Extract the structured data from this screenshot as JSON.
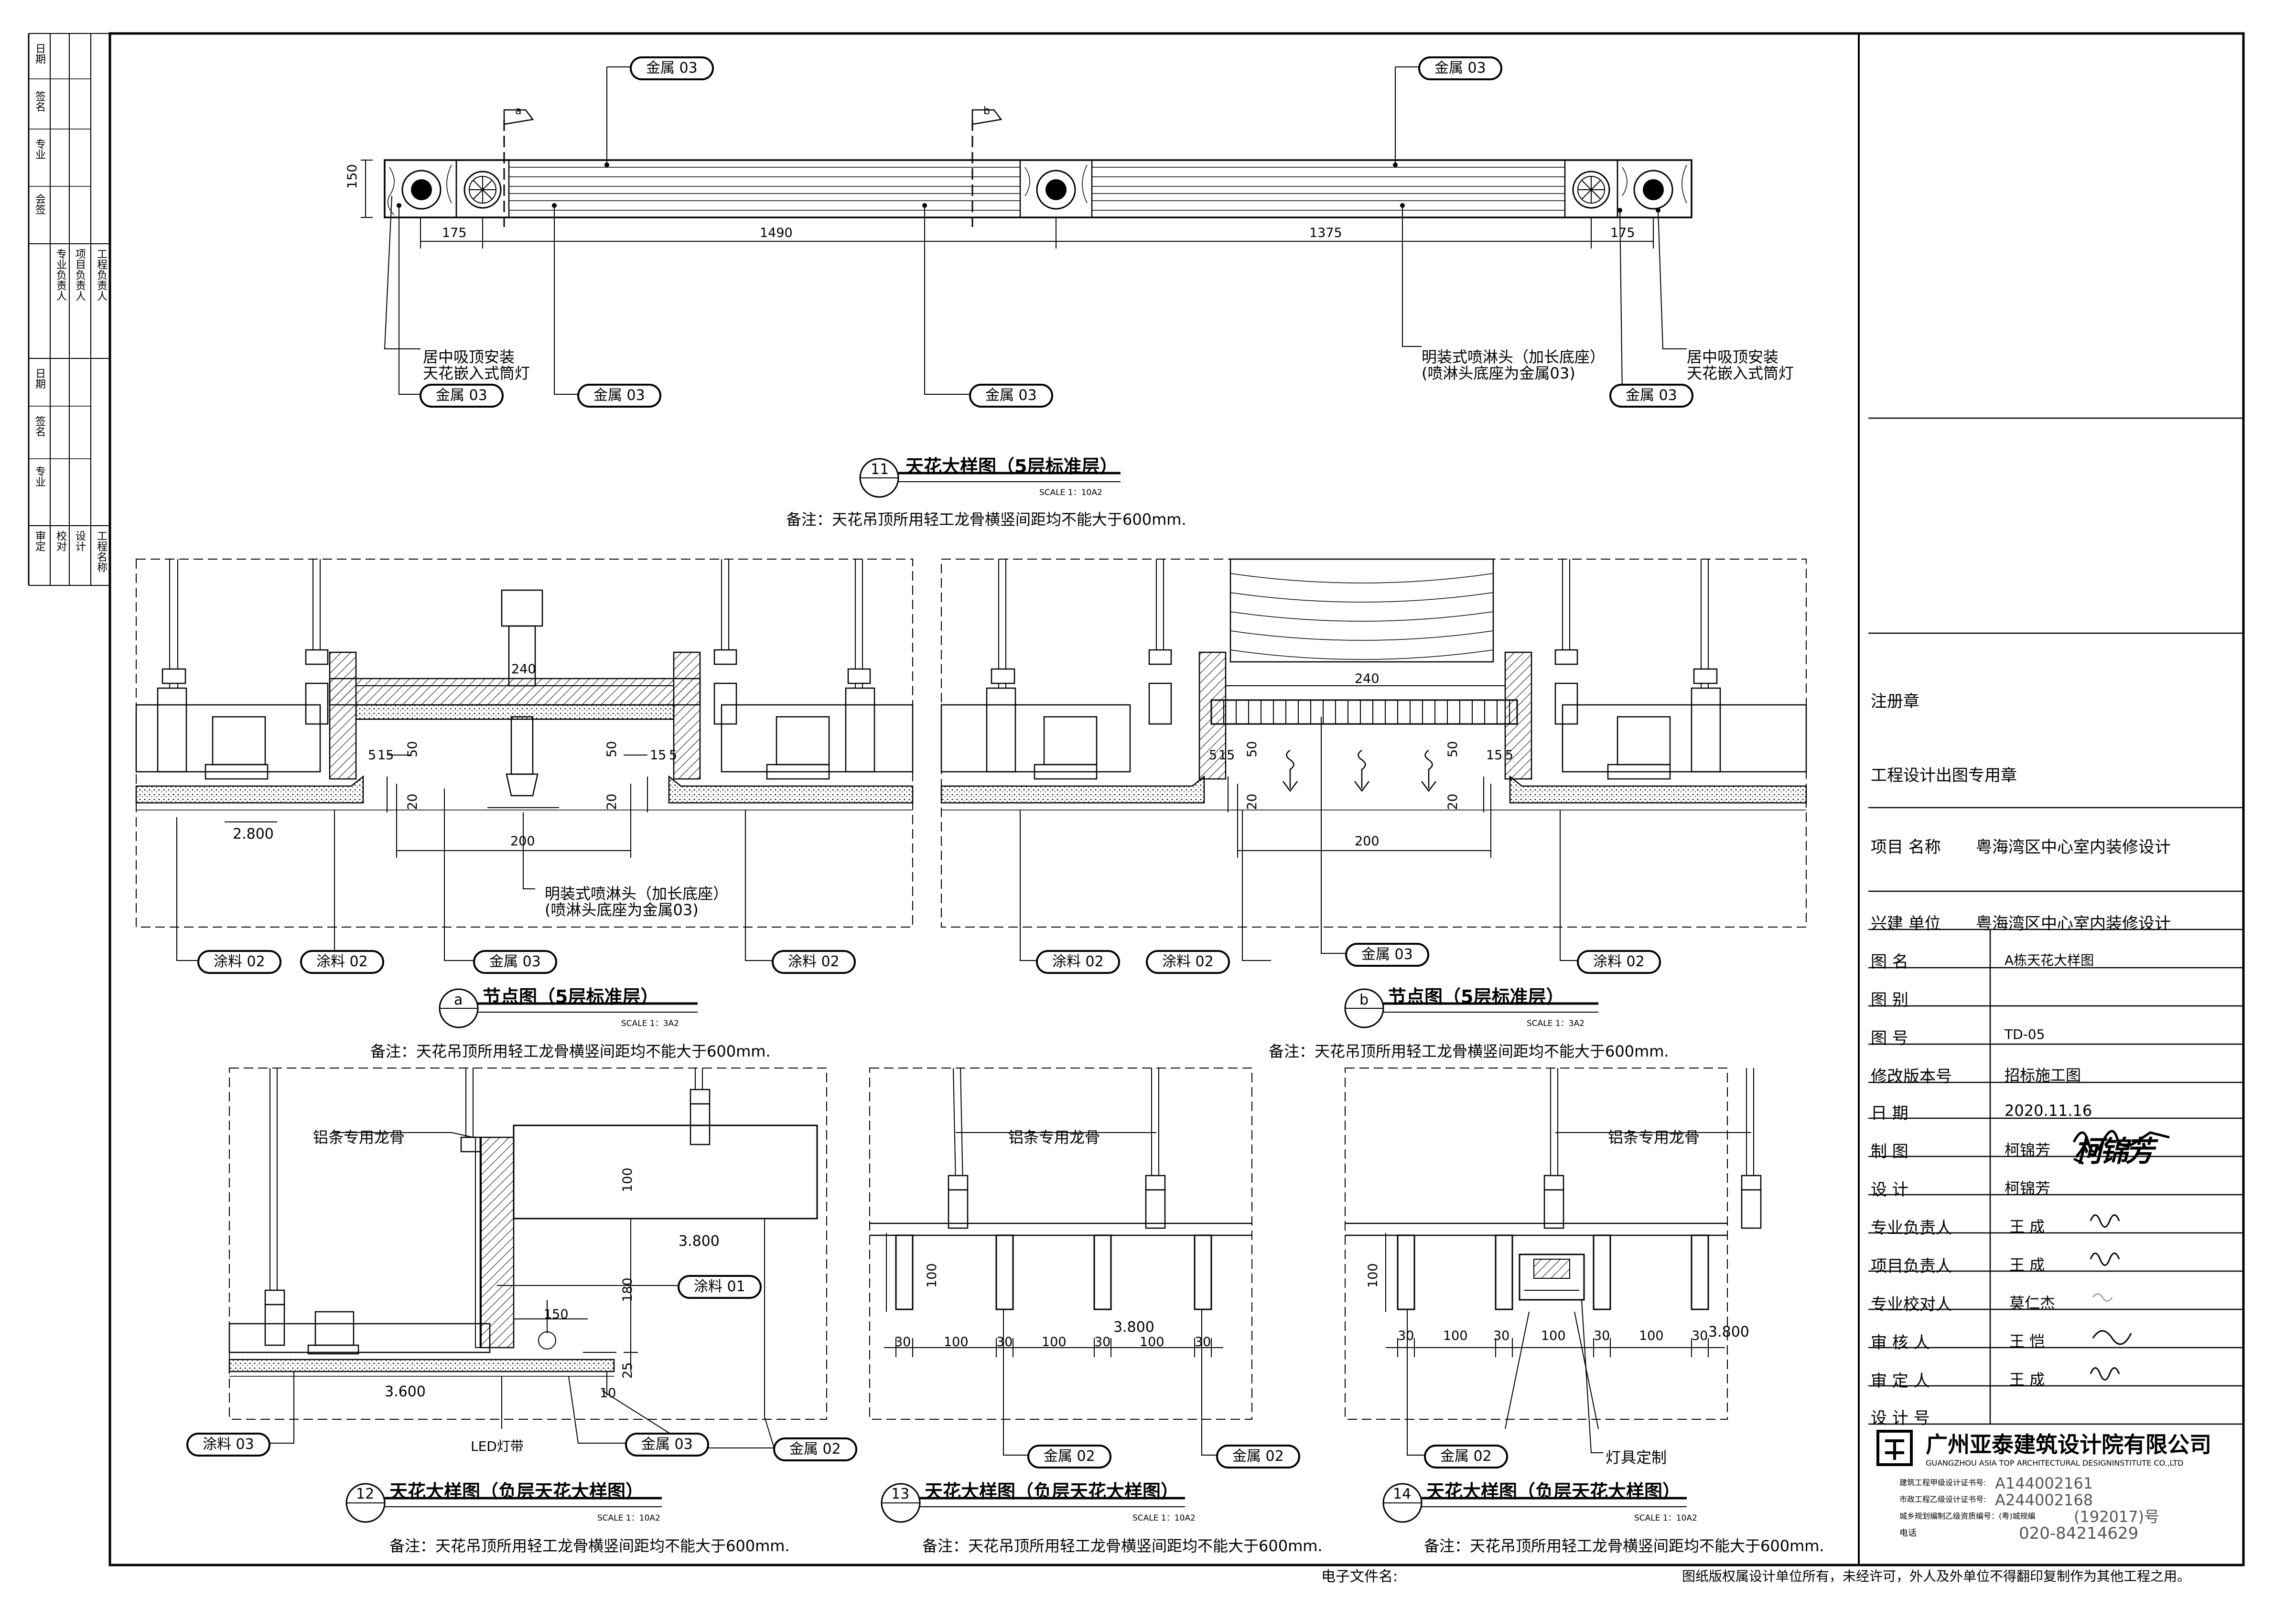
{
  "top": {
    "labels": {
      "metal03": "金属 03"
    },
    "dims": {
      "h150": "150",
      "d175": "175",
      "d1490": "1490",
      "d1375": "1375"
    },
    "notes": {
      "downlight_1": "居中吸顶安装",
      "downlight_2": "天花嵌入式筒灯",
      "sprinkler_1": "明装式喷淋头（加长底座）",
      "sprinkler_2": "(喷淋头底座为金属03)"
    },
    "section_marks": {
      "a": "a",
      "b": "b"
    }
  },
  "details": {
    "d11": {
      "num": "11",
      "title": "天花大样图（5层标准层）",
      "scale": "SCALE 1：10A2",
      "note": "备注：天花吊顶所用轻工龙骨横竖间距均不能大于600mm."
    },
    "da": {
      "num": "a",
      "title": "节点图（5层标准层）",
      "scale": "SCALE 1：3A2",
      "note": "备注：天花吊顶所用轻工龙骨横竖间距均不能大于600mm."
    },
    "db": {
      "num": "b",
      "title": "节点图（5层标准层）",
      "scale": "SCALE 1：3A2",
      "note": "备注：天花吊顶所用轻工龙骨横竖间距均不能大于600mm."
    },
    "d12": {
      "num": "12",
      "title": "天花大样图（负层天花大样图）",
      "scale": "SCALE 1：10A2",
      "note": "备注：天花吊顶所用轻工龙骨横竖间距均不能大于600mm."
    },
    "d13": {
      "num": "13",
      "title": "天花大样图（负层天花大样图）",
      "scale": "SCALE 1：10A2",
      "note": "备注：天花吊顶所用轻工龙骨横竖间距均不能大于600mm."
    },
    "d14": {
      "num": "14",
      "title": "天花大样图（负层天花大样图）",
      "scale": "SCALE 1：10A2",
      "note": "备注：天花吊顶所用轻工龙骨横竖间距均不能大于600mm."
    }
  },
  "node_a": {
    "labels": {
      "paint02": "涂料 02",
      "metal03": "金属 03"
    },
    "dims": {
      "d240": "240",
      "d200": "200",
      "d5": "5",
      "d15": "15",
      "d50": "50",
      "d20": "20"
    },
    "level": "2.800",
    "sprinkler_1": "明装式喷淋头（加长底座）",
    "sprinkler_2": "(喷淋头底座为金属03)"
  },
  "node_b": {
    "labels": {
      "paint02": "涂料 02",
      "metal03": "金属 03"
    },
    "dims": {
      "d240": "240",
      "d200": "200",
      "d5": "5",
      "d15": "15",
      "d50": "50",
      "d20": "20"
    }
  },
  "d12": {
    "keel": "铝条专用龙骨",
    "level1": "3.800",
    "level2": "3.600",
    "paint01": "涂料 01",
    "paint03": "涂料 03",
    "metal03": "金属 03",
    "metal02": "金属 02",
    "led": "LED灯带",
    "dims": {
      "d100": "100",
      "d180": "180",
      "d150": "150",
      "d25": "25",
      "d10": "10"
    }
  },
  "d13": {
    "keel": "铝条专用龙骨",
    "level": "3.800",
    "metal02": "金属 02",
    "dims": {
      "d30": "30",
      "d100": "100"
    }
  },
  "d14": {
    "keel": "铝条专用龙骨",
    "level": "3.800",
    "metal02": "金属 02",
    "light": "灯具定制",
    "dims": {
      "d30": "30",
      "d100": "100"
    }
  },
  "title_block": {
    "reg_stamp": "注册章",
    "stamp": "工程设计出图专用章",
    "rows": [
      {
        "key": "项目  名称",
        "val": "粤海湾区中心室内装修设计"
      },
      {
        "key": "兴建  单位",
        "val": "粤海湾区中心室内装修设计"
      },
      {
        "key": "图      名",
        "val": "A栋天花大样图"
      },
      {
        "key": "图      别",
        "val": ""
      },
      {
        "key": "图      号",
        "val": "TD-05"
      },
      {
        "key": "修改版本号",
        "val": "招标施工图"
      },
      {
        "key": "日      期",
        "val": "2020.11.16"
      },
      {
        "key": "制      图",
        "val": "柯锦芳"
      },
      {
        "key": "设      计",
        "val": "柯锦芳"
      },
      {
        "key": "专业负责人",
        "val": "王  成"
      },
      {
        "key": "项目负责人",
        "val": "王  成"
      },
      {
        "key": "专业校对人",
        "val": "莫仁杰"
      },
      {
        "key": "审  核  人",
        "val": "王  恺"
      },
      {
        "key": "审  定  人",
        "val": "王  成"
      },
      {
        "key": "设  计  号",
        "val": ""
      }
    ],
    "company_cn": "广州亚泰建筑设计院有限公司",
    "company_en": "GUANGZHOU ASIA TOP ARCHITECTURAL DESIGNINSTITUTE CO.,LTD",
    "cert1_label": "建筑工程甲级设计证书号:",
    "cert1": "A144002161",
    "cert2_label": "市政工程乙级设计证书号:",
    "cert2": "A244002168",
    "cert3_label": "城乡规划编制乙级资质编号：(粤)城规编",
    "cert3": "(192017)号",
    "phone_label": "电话",
    "phone": "020-84214629",
    "signature": "柯锦芳"
  },
  "footer": {
    "efile": "电子文件名:",
    "copyright": "图纸版权属设计单位所有，未经许可，外人及外单位不得翻印复制作为其他工程之用。"
  },
  "left_strip": [
    "日期",
    "签名",
    "专业",
    "会签",
    "专业负责人",
    "项目负责人",
    "工程负责人",
    "日期",
    "签名",
    "专业",
    "审定",
    "校对",
    "设计",
    "工程名称"
  ]
}
